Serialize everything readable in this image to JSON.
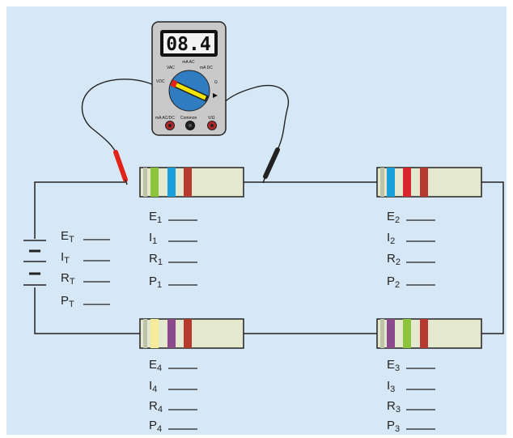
{
  "meter": {
    "display": "08.4",
    "labels": {
      "ma_ac": "mA AC",
      "vac": "VAC",
      "ma_dc": "mA DC",
      "vdc": "VDC",
      "ohm": "Ω",
      "jack_left": "mA AC/DC",
      "jack_mid": "Common",
      "jack_right": "V/Ω"
    }
  },
  "source": {
    "labels": [
      {
        "main": "E",
        "sub": "T"
      },
      {
        "main": "I",
        "sub": "T"
      },
      {
        "main": "R",
        "sub": "T"
      },
      {
        "main": "P",
        "sub": "T"
      }
    ]
  },
  "resistors": {
    "r1": {
      "bands": [
        "#8cc43c",
        "#1aa0dc",
        "#b73a30"
      ],
      "labels": [
        {
          "main": "E",
          "sub": "1"
        },
        {
          "main": "I",
          "sub": "1"
        },
        {
          "main": "R",
          "sub": "1"
        },
        {
          "main": "P",
          "sub": "1"
        }
      ]
    },
    "r2": {
      "bands": [
        "#1aa0dc",
        "#d9262c",
        "#b73a30"
      ],
      "labels": [
        {
          "main": "E",
          "sub": "2"
        },
        {
          "main": "I",
          "sub": "2"
        },
        {
          "main": "R",
          "sub": "2"
        },
        {
          "main": "P",
          "sub": "2"
        }
      ]
    },
    "r3": {
      "bands": [
        "#8a4a8c",
        "#8cc43c",
        "#b73a30"
      ],
      "labels": [
        {
          "main": "E",
          "sub": "3"
        },
        {
          "main": "I",
          "sub": "3"
        },
        {
          "main": "R",
          "sub": "3"
        },
        {
          "main": "P",
          "sub": "3"
        }
      ]
    },
    "r4": {
      "bands": [
        "#f7ec9a",
        "#8a4a8c",
        "#b73a30"
      ],
      "labels": [
        {
          "main": "E",
          "sub": "4"
        },
        {
          "main": "I",
          "sub": "4"
        },
        {
          "main": "R",
          "sub": "4"
        },
        {
          "main": "P",
          "sub": "4"
        }
      ]
    }
  },
  "colors": {
    "wire": "#222222",
    "resistor_body": "#e3e8cf",
    "meter_body": "#c9c9c9",
    "dial": "#2f7cc0",
    "probe_red": "#e2231a"
  }
}
